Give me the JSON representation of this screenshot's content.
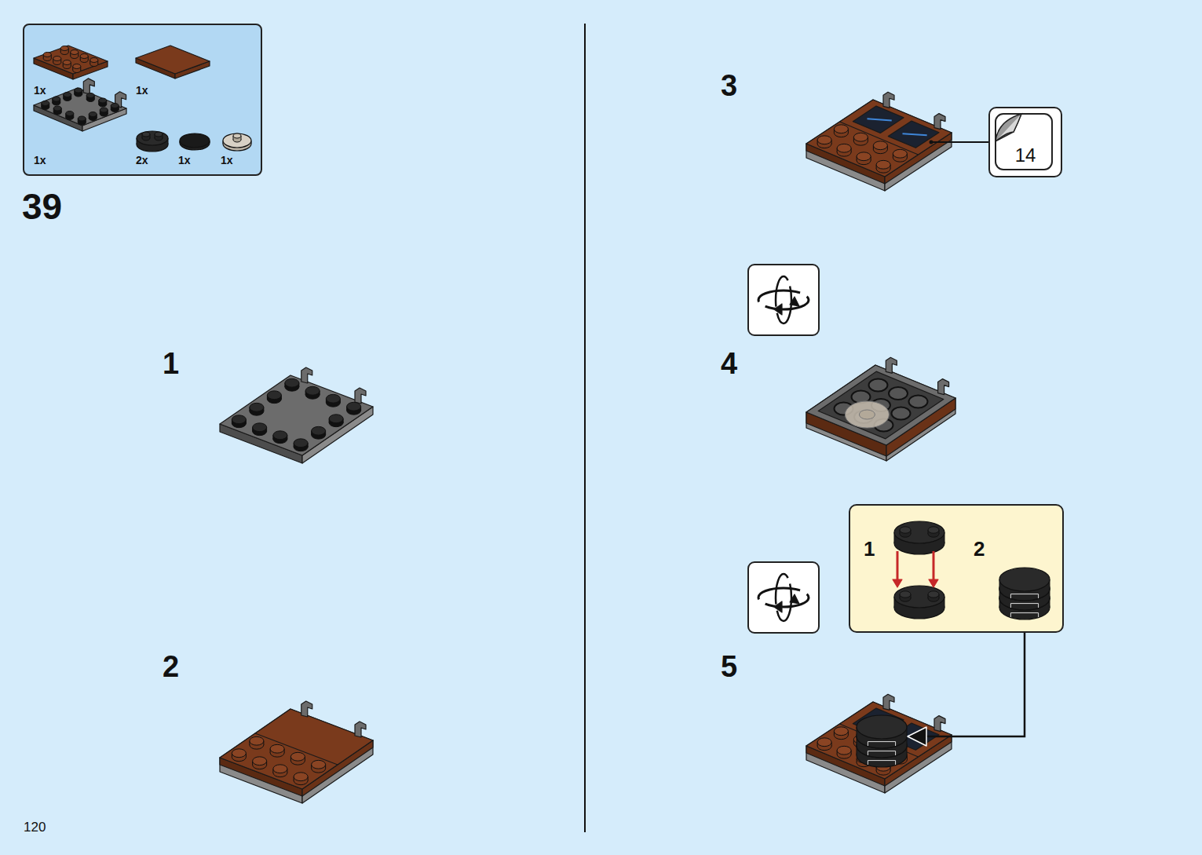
{
  "diagram": {
    "nodes": [
      {
        "text": [
          "1x",
          "1x",
          "1x",
          "2x",
          "1x",
          "1x"
        ]
      },
      {
        "text": [
          "14"
        ]
      },
      {
        "text": [
          "1",
          "2"
        ]
      }
    ],
    "labels": [
      "39",
      "1",
      "2",
      "3",
      "4",
      "5",
      "120"
    ]
  }
}
